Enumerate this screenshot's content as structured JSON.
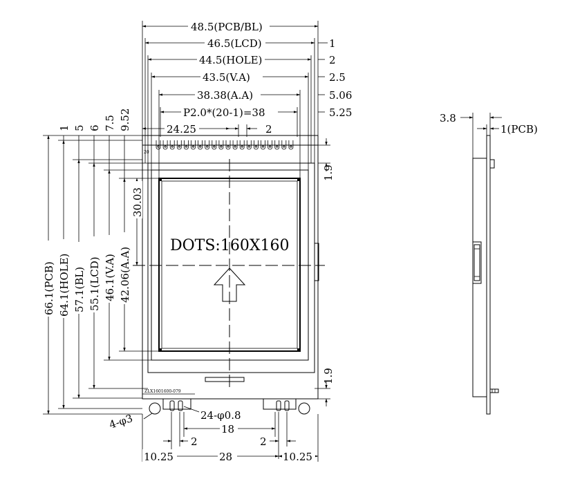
{
  "front_view": {
    "top_dims": {
      "pcb_bl": "48.5(PCB/BL)",
      "lcd": "46.5(LCD)",
      "hole": "44.5(HOLE)",
      "va": "43.5(V.A)",
      "aa": "38.38(A.A)",
      "pitch": "P2.0*(20-1)=38",
      "pin1_offset": "24.25",
      "pin_spacing": "2"
    },
    "right_offsets": {
      "o1": "1",
      "o2": "2",
      "o3": "2.5",
      "o4": "5.06",
      "o5": "5.25"
    },
    "left_offsets": {
      "o1": "1",
      "o2": "5",
      "o3": "6",
      "o4": "7.5",
      "o5": "9.52"
    },
    "height_dims": {
      "pcb": "66.1(PCB)",
      "hole": "64.1(HOLE)",
      "bl": "57.1(BL)",
      "lcd": "55.1(LCD)",
      "va": "46.1(V.A)",
      "aa": "42.06(A.A)",
      "center": "30.03"
    },
    "right_side": {
      "top_gap": "1.9",
      "bottom_gap": "1.9"
    },
    "display_label": "DOTS:160X160",
    "pin_number": "20",
    "part_number": "ZLX1601600-079",
    "bottom_dims": {
      "hole_dia": "4-φ3",
      "pin_dia": "24-φ0.8",
      "pad_spacing": "18",
      "left_pin_spacing": "2",
      "right_pin_spacing": "2",
      "left_margin": "10.25",
      "middle": "28",
      "right_margin": "10.25"
    }
  },
  "side_view": {
    "thickness": "3.8",
    "pcb": "1(PCB)"
  }
}
